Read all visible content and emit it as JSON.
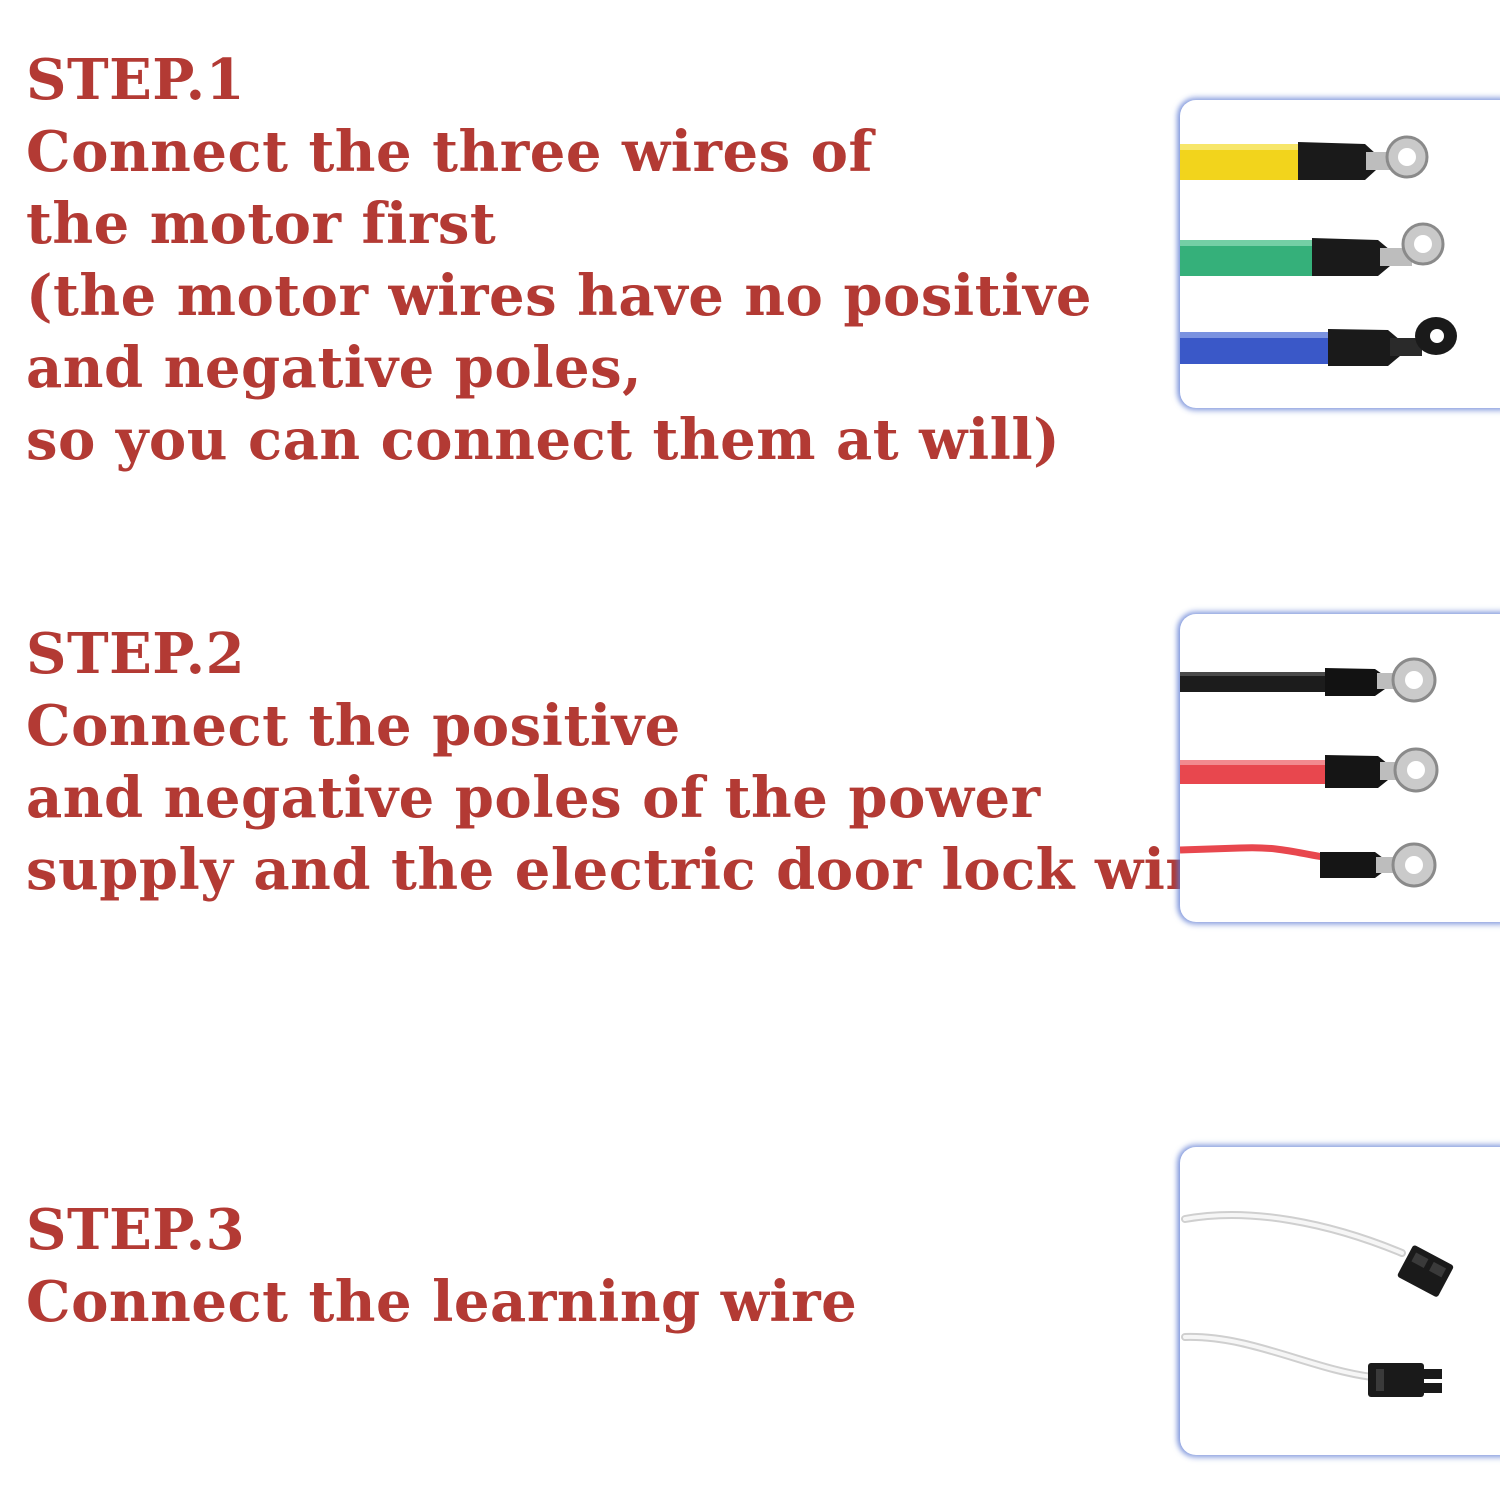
{
  "colors": {
    "text": "#b33a34",
    "panel_glow": "#5a78d2",
    "yellow_wire": "#f2d41c",
    "green_wire": "#35b07a",
    "blue_wire": "#3a58c8",
    "black_wire": "#1c1c1c",
    "red_wire": "#e8474e",
    "white_wire": "#f3f3f3"
  },
  "steps": [
    {
      "heading": "STEP.1",
      "lines": [
        "Connect the three wires of",
        "the motor first",
        "(the motor wires have no positive",
        "and negative poles,",
        "so you can connect them at will)"
      ],
      "image_icon": "motor-wires-icon"
    },
    {
      "heading": "STEP.2",
      "lines": [
        "Connect the positive",
        "and negative poles of the power",
        "supply and the electric door lock wire"
      ],
      "image_icon": "power-wires-icon"
    },
    {
      "heading": "STEP.3",
      "lines": [
        "Connect the learning wire"
      ],
      "image_icon": "learning-wire-connector-icon"
    }
  ]
}
